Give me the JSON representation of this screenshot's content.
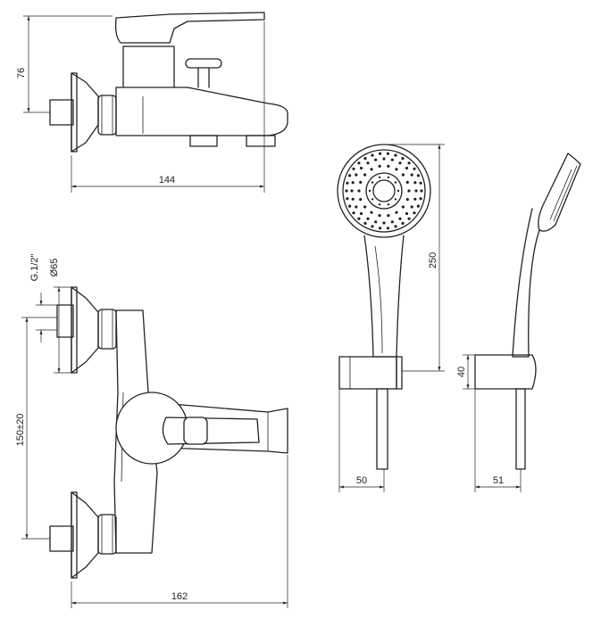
{
  "dimensions": {
    "side_height": "76",
    "side_width": "144",
    "thread": "G.1/2\"",
    "diameter": "Ø65",
    "center_distance": "150±20",
    "front_width": "162",
    "shower_length": "250",
    "holder_height": "40",
    "holder_width_front": "50",
    "holder_width_side": "51"
  },
  "colors": {
    "line": "#222222",
    "background": "#ffffff"
  }
}
